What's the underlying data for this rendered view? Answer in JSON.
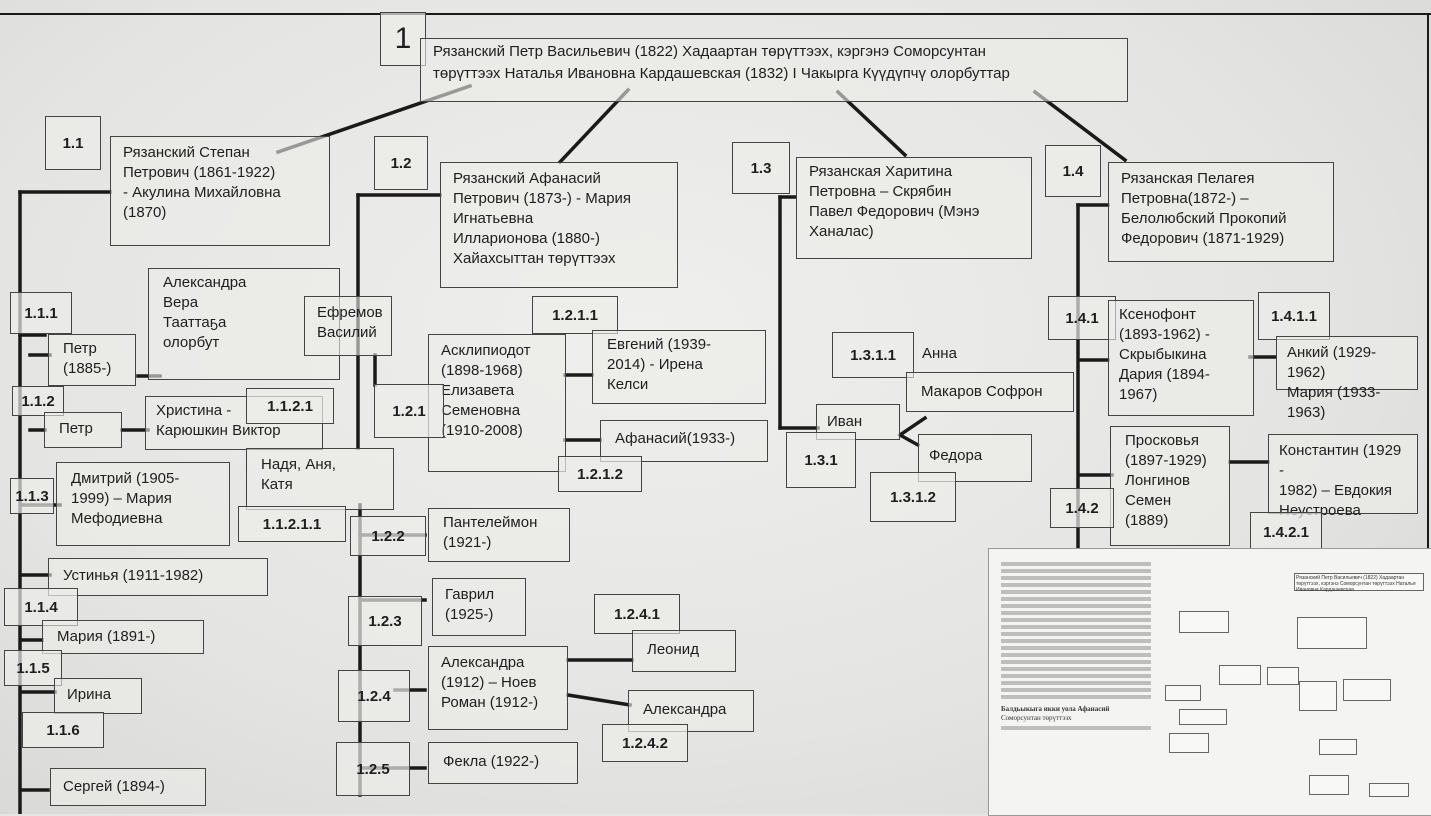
{
  "root": {
    "code": "1",
    "line1": "Рязанский Петр Васильевич (1822) Хадаартан төрүттээх, кэргэнэ Соморсунтан",
    "line2": "төрүттээх Наталья Ивановна Кардашевская (1832) I Чакырга Күүдүпчү олорбуттар"
  },
  "b11": {
    "code": "1.1",
    "l1": "Рязанский Степан",
    "l2": "Петрович (1861-1922)",
    "l3": "- Акулина Михайловна",
    "l4": "(1870)"
  },
  "b12": {
    "code": "1.2",
    "l1": "Рязанский Афанасий",
    "l2": "Петрович (1873-) - Мария",
    "l3": "Игнатьевна",
    "l4": "Илларионова (1880-)",
    "l5": "Хайахсыттан төрүттээх"
  },
  "b13": {
    "code": "1.3",
    "l1": "Рязанская Харитина",
    "l2": "Петровна – Скрябин",
    "l3": "Павел Федорович (Мэнэ",
    "l4": "Ханалас)"
  },
  "b14": {
    "code": "1.4",
    "l1": "Рязанская Пелагея",
    "l2": "Петровна(1872-) –",
    "l3": "Белолюбский Прокопий",
    "l4": "Федорович (1871-1929)"
  },
  "left": {
    "c111": "1.1.1",
    "c112": "1.1.2",
    "c113": "1.1.3",
    "c114": "1.1.4",
    "c115": "1.1.5",
    "c116": "1.1.6",
    "alex_l1": "Александра",
    "alex_l2": "Вера",
    "alex_l3": "Тааттаҕа",
    "alex_l4": "олорбут",
    "petr1_l1": "Петр",
    "petr1_l2": "(1885-)",
    "petr2": "Петр",
    "christina_l1": "Христина -",
    "christina_l2": "Карюшкин Виктор",
    "c1121": "1.1.2.1",
    "nadya_l1": "Надя, Аня,",
    "nadya_l2": "Катя",
    "c11211": "1.1.2.1.1",
    "dmitry_l1": "Дмитрий (1905-",
    "dmitry_l2": "1999) – Мария",
    "dmitry_l3": "Мефодиевна",
    "ustinya": "Устинья (1911-1982)",
    "maria": "Мария (1891-)",
    "irina": "Ирина",
    "sergey": "Сергей (1894-)",
    "efremov_l1": "Ефремов",
    "efremov_l2": "Василий"
  },
  "mid": {
    "c121": "1.2.1",
    "c1211": "1.2.1.1",
    "c1212": "1.2.1.2",
    "ask_l1": "Асклипиодот",
    "ask_l2": "(1898-1968)",
    "ask_l3": "Елизавета",
    "ask_l4": "Семеновна",
    "ask_l5": "(1910-2008)",
    "evg_l1": "Евгений (1939-",
    "evg_l2": "2014) - Ирена",
    "evg_l3": "Келси",
    "afan": "Афанасий(1933-)",
    "c122": "1.2.2",
    "pant_l1": "Пантелеймон",
    "pant_l2": "(1921-)",
    "c123": "1.2.3",
    "gavr_l1": "Гаврил",
    "gavr_l2": "(1925-)",
    "c124": "1.2.4",
    "c1241": "1.2.4.1",
    "c1242": "1.2.4.2",
    "alexn_l1": "Александра",
    "alexn_l2": "(1912) – Ноев",
    "alexn_l3": "Роман (1912-)",
    "leonid": "Леонид",
    "alexandra2": "Александра",
    "c125": "1.2.5",
    "fekla": "Фекла (1922-)"
  },
  "right3": {
    "c1311": "1.3.1.1",
    "anna": "Анна",
    "makarov": "Макаров Софрон",
    "ivan": "Иван",
    "c131": "1.3.1",
    "fedora": "Федора",
    "c1312": "1.3.1.2"
  },
  "right4": {
    "c141": "1.4.1",
    "c1411": "1.4.1.1",
    "ks_l1": "Ксенофонт",
    "ks_l2": "(1893-1962) -",
    "ks_l3": "Скрыбыкина",
    "ks_l4": "Дария (1894-",
    "ks_l5": "1967)",
    "ank_l1": "Анкий (1929-1962)",
    "ank_l2": "Мария (1933-1963)",
    "c142": "1.4.2",
    "c1421": "1.4.2.1",
    "pr_l1": "Просковья",
    "pr_l2": "(1897-1929)",
    "pr_l3": "Лонгинов",
    "pr_l4": "Семен",
    "pr_l5": "(1889)",
    "kon_l1": "Константин (1929 -",
    "kon_l2": "1982) – Евдокия",
    "kon_l3": "Неустроева"
  },
  "inset": {
    "root": "Рязанский Петр Васильевич (1822) Хадаартан төрүттээх, кэргэнэ Соморсунтан төрүттээх Наталья Ивановна Кардашевская",
    "para1": "Балдьыкыга икки уола Афанасий",
    "para2": "Соморсунтан төрүттээх"
  }
}
